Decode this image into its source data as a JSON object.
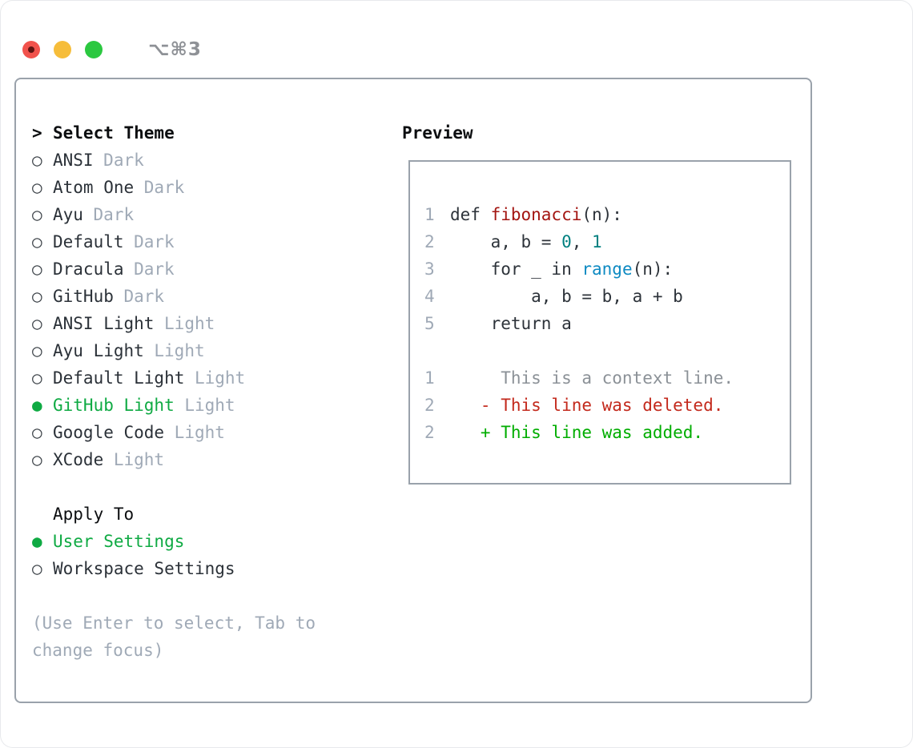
{
  "window": {
    "title_shortcut": "⌥⌘3",
    "traffic_lights": [
      {
        "name": "close",
        "color": "#f1524c",
        "focused": true
      },
      {
        "name": "minimize",
        "color": "#f6bd3a",
        "focused": false
      },
      {
        "name": "zoom",
        "color": "#2bc840",
        "focused": false
      }
    ]
  },
  "icons": {
    "radio_on": "●",
    "radio_off": "○",
    "focus_caret": ">"
  },
  "theme_picker": {
    "title": "Select Theme",
    "items": [
      {
        "name": "ANSI",
        "tag": "Dark",
        "selected": false
      },
      {
        "name": "Atom One",
        "tag": "Dark",
        "selected": false
      },
      {
        "name": "Ayu",
        "tag": "Dark",
        "selected": false
      },
      {
        "name": "Default",
        "tag": "Dark",
        "selected": false
      },
      {
        "name": "Dracula",
        "tag": "Dark",
        "selected": false
      },
      {
        "name": "GitHub",
        "tag": "Dark",
        "selected": false
      },
      {
        "name": "ANSI Light",
        "tag": "Light",
        "selected": false
      },
      {
        "name": "Ayu Light",
        "tag": "Light",
        "selected": false
      },
      {
        "name": "Default Light",
        "tag": "Light",
        "selected": false
      },
      {
        "name": "GitHub Light",
        "tag": "Light",
        "selected": true
      },
      {
        "name": "Google Code",
        "tag": "Light",
        "selected": false
      },
      {
        "name": "XCode",
        "tag": "Light",
        "selected": false
      }
    ],
    "apply_to": {
      "label": "Apply To",
      "options": [
        {
          "name": "User Settings",
          "selected": true
        },
        {
          "name": "Workspace Settings",
          "selected": false
        }
      ]
    },
    "hint": "(Use Enter to select, Tab to change focus)"
  },
  "preview": {
    "title": "Preview",
    "lines": [
      {
        "kind": "code",
        "num": "1",
        "tokens": [
          [
            "def ",
            "plain"
          ],
          [
            "fibonacci",
            "function"
          ],
          [
            "(n):",
            "plain"
          ]
        ]
      },
      {
        "kind": "code",
        "num": "2",
        "tokens": [
          [
            "    a, b = ",
            "plain"
          ],
          [
            "0",
            "number"
          ],
          [
            ", ",
            "plain"
          ],
          [
            "1",
            "number"
          ]
        ]
      },
      {
        "kind": "code",
        "num": "3",
        "tokens": [
          [
            "    for _ in ",
            "plain"
          ],
          [
            "range",
            "builtin"
          ],
          [
            "(n):",
            "plain"
          ]
        ]
      },
      {
        "kind": "code",
        "num": "4",
        "tokens": [
          [
            "        a, b = b, a + b",
            "plain"
          ]
        ]
      },
      {
        "kind": "code",
        "num": "5",
        "tokens": [
          [
            "    return a",
            "plain"
          ]
        ]
      },
      {
        "kind": "blank",
        "num": "",
        "tokens": []
      },
      {
        "kind": "context",
        "num": "1",
        "tokens": [
          [
            "     This is a context line.",
            "context"
          ]
        ]
      },
      {
        "kind": "deleted",
        "num": "2",
        "tokens": [
          [
            "   - This line was deleted.",
            "deleted"
          ]
        ]
      },
      {
        "kind": "added",
        "num": "2",
        "tokens": [
          [
            "   + This line was added.",
            "added"
          ]
        ]
      }
    ]
  },
  "colors": {
    "text": "#2b3138",
    "heading": "#0c0e10",
    "dim": "#9fa9b6",
    "border": "#9aa2ab",
    "accent_green": "#0faa43",
    "diff_added": "#00ad00",
    "diff_deleted": "#c3291c",
    "diff_context": "#8b9197",
    "code_plain": "#2d333a",
    "code_function": "#a31511",
    "code_number": "#008080",
    "code_builtin": "#0e8ac2",
    "titlebar_symbol": "#8e9196",
    "radio_off": "#3c4248"
  }
}
